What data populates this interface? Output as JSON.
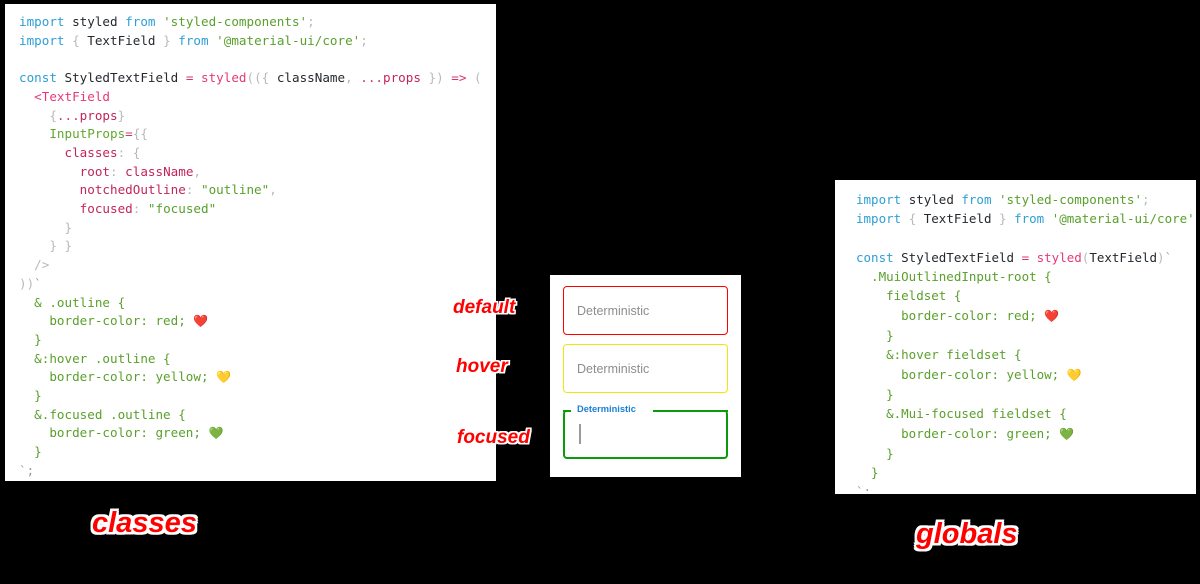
{
  "panels": {
    "classes": {
      "caption": "classes",
      "code_lines": [
        [
          {
            "t": "import ",
            "c": "kw"
          },
          {
            "t": "styled",
            "c": "pln"
          },
          {
            "t": " from ",
            "c": "kw"
          },
          {
            "t": "'styled-components'",
            "c": "str"
          },
          {
            "t": ";",
            "c": "pnc"
          }
        ],
        [
          {
            "t": "import ",
            "c": "kw"
          },
          {
            "t": "{",
            "c": "pnc"
          },
          {
            "t": " TextField ",
            "c": "pln"
          },
          {
            "t": "}",
            "c": "pnc"
          },
          {
            "t": " from ",
            "c": "kw"
          },
          {
            "t": "'@material-ui/core'",
            "c": "str"
          },
          {
            "t": ";",
            "c": "pnc"
          }
        ],
        [],
        [
          {
            "t": "const ",
            "c": "kw"
          },
          {
            "t": "StyledTextField",
            "c": "pln"
          },
          {
            "t": " = ",
            "c": "op"
          },
          {
            "t": "styled",
            "c": "fn"
          },
          {
            "t": "((",
            "c": "pnc"
          },
          {
            "t": "{ ",
            "c": "pnc"
          },
          {
            "t": "className",
            "c": "pln"
          },
          {
            "t": ", ",
            "c": "pnc"
          },
          {
            "t": "...",
            "c": "op"
          },
          {
            "t": "props",
            "c": "prop"
          },
          {
            "t": " })",
            "c": "pnc"
          },
          {
            "t": " =>",
            "c": "op"
          },
          {
            "t": " (",
            "c": "pnc"
          }
        ],
        [
          {
            "t": "  <",
            "c": "fn"
          },
          {
            "t": "TextField",
            "c": "fn"
          }
        ],
        [
          {
            "t": "    {",
            "c": "pnc"
          },
          {
            "t": "...",
            "c": "op"
          },
          {
            "t": "props",
            "c": "prop"
          },
          {
            "t": "}",
            "c": "pnc"
          }
        ],
        [
          {
            "t": "    InputProps",
            "c": "cssp"
          },
          {
            "t": "=",
            "c": "op"
          },
          {
            "t": "{{",
            "c": "pnc"
          }
        ],
        [
          {
            "t": "      classes",
            "c": "prop"
          },
          {
            "t": ": {",
            "c": "pnc"
          }
        ],
        [
          {
            "t": "        root",
            "c": "prop"
          },
          {
            "t": ": ",
            "c": "pnc"
          },
          {
            "t": "className",
            "c": "prop"
          },
          {
            "t": ",",
            "c": "pnc"
          }
        ],
        [
          {
            "t": "        notchedOutline",
            "c": "prop"
          },
          {
            "t": ": ",
            "c": "pnc"
          },
          {
            "t": "\"outline\"",
            "c": "str"
          },
          {
            "t": ",",
            "c": "pnc"
          }
        ],
        [
          {
            "t": "        focused",
            "c": "prop"
          },
          {
            "t": ": ",
            "c": "pnc"
          },
          {
            "t": "\"focused\"",
            "c": "str"
          }
        ],
        [
          {
            "t": "      }",
            "c": "pnc"
          }
        ],
        [
          {
            "t": "    } }",
            "c": "pnc"
          }
        ],
        [
          {
            "t": "  />",
            "c": "pnc"
          }
        ],
        [
          {
            "t": "))",
            "c": "pnc"
          },
          {
            "t": "`",
            "c": "tpl"
          }
        ],
        [
          {
            "t": "  & .outline {",
            "c": "css"
          }
        ],
        [
          {
            "t": "    border-color: red; ",
            "c": "css"
          },
          {
            "t": "❤️",
            "c": "emoji"
          }
        ],
        [
          {
            "t": "  }",
            "c": "css"
          }
        ],
        [
          {
            "t": "  &:hover .outline {",
            "c": "css"
          }
        ],
        [
          {
            "t": "    border-color: yellow; ",
            "c": "css"
          },
          {
            "t": "💛",
            "c": "emoji"
          }
        ],
        [
          {
            "t": "  }",
            "c": "css"
          }
        ],
        [
          {
            "t": "  &.focused .outline {",
            "c": "css"
          }
        ],
        [
          {
            "t": "    border-color: green; ",
            "c": "css"
          },
          {
            "t": "💚",
            "c": "emoji"
          }
        ],
        [
          {
            "t": "  }",
            "c": "css"
          }
        ],
        [
          {
            "t": "`;",
            "c": "tpl"
          }
        ]
      ]
    },
    "globals": {
      "caption": "globals",
      "code_lines": [
        [
          {
            "t": "import ",
            "c": "kw"
          },
          {
            "t": "styled",
            "c": "pln"
          },
          {
            "t": " from ",
            "c": "kw"
          },
          {
            "t": "'styled-components'",
            "c": "str"
          },
          {
            "t": ";",
            "c": "pnc"
          }
        ],
        [
          {
            "t": "import ",
            "c": "kw"
          },
          {
            "t": "{",
            "c": "pnc"
          },
          {
            "t": " TextField ",
            "c": "pln"
          },
          {
            "t": "}",
            "c": "pnc"
          },
          {
            "t": " from ",
            "c": "kw"
          },
          {
            "t": "'@material-ui/core'",
            "c": "str"
          },
          {
            "t": ";",
            "c": "pnc"
          }
        ],
        [],
        [
          {
            "t": "const ",
            "c": "kw"
          },
          {
            "t": "StyledTextField",
            "c": "pln"
          },
          {
            "t": " = ",
            "c": "op"
          },
          {
            "t": "styled",
            "c": "fn"
          },
          {
            "t": "(",
            "c": "pnc"
          },
          {
            "t": "TextField",
            "c": "pln"
          },
          {
            "t": ")",
            "c": "pnc"
          },
          {
            "t": "`",
            "c": "tpl"
          }
        ],
        [
          {
            "t": "  .MuiOutlinedInput-root {",
            "c": "css"
          }
        ],
        [
          {
            "t": "    fieldset {",
            "c": "css"
          }
        ],
        [
          {
            "t": "      border-color: red; ",
            "c": "css"
          },
          {
            "t": "❤️",
            "c": "emoji"
          }
        ],
        [
          {
            "t": "    }",
            "c": "css"
          }
        ],
        [
          {
            "t": "    &:hover fieldset {",
            "c": "css"
          }
        ],
        [
          {
            "t": "      border-color: yellow; ",
            "c": "css"
          },
          {
            "t": "💛",
            "c": "emoji"
          }
        ],
        [
          {
            "t": "    }",
            "c": "css"
          }
        ],
        [
          {
            "t": "    &.Mui-focused fieldset {",
            "c": "css"
          }
        ],
        [
          {
            "t": "      border-color: green; ",
            "c": "css"
          },
          {
            "t": "💚",
            "c": "emoji"
          }
        ],
        [
          {
            "t": "    }",
            "c": "css"
          }
        ],
        [
          {
            "t": "  }",
            "c": "css"
          }
        ],
        [
          {
            "t": "`;",
            "c": "tpl"
          }
        ]
      ]
    }
  },
  "preview": {
    "states": {
      "default_label": "default",
      "hover_label": "hover",
      "focused_label": "focused"
    },
    "fields": {
      "default": {
        "placeholder": "Deterministic",
        "border_color": "#ff0000"
      },
      "hover": {
        "placeholder": "Deterministic",
        "border_color": "#f2e609"
      },
      "focused": {
        "label": "Deterministic",
        "value": "",
        "border_color": "#0a9b0a",
        "label_color": "#1b7fd4"
      }
    }
  },
  "colors": {
    "background": "#000000",
    "panel": "#ffffff",
    "accent_red": "#ff0000",
    "accent_yellow": "#f2e609",
    "accent_green": "#0a9b0a",
    "label_blue": "#1b7fd4"
  }
}
